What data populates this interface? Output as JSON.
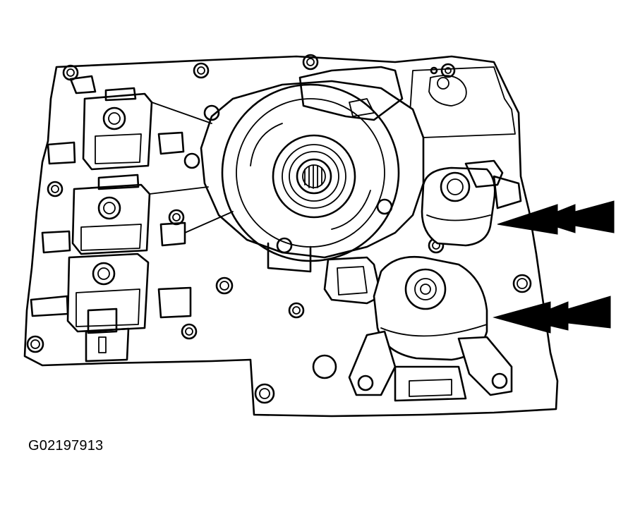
{
  "figure": {
    "id_label": "G02197913"
  },
  "colors": {
    "line": "#000000",
    "background": "#ffffff"
  },
  "callouts": [
    {
      "name": "upper-arrow",
      "points_to": "upper-solenoid"
    },
    {
      "name": "lower-arrow",
      "points_to": "lower-solenoid"
    }
  ]
}
